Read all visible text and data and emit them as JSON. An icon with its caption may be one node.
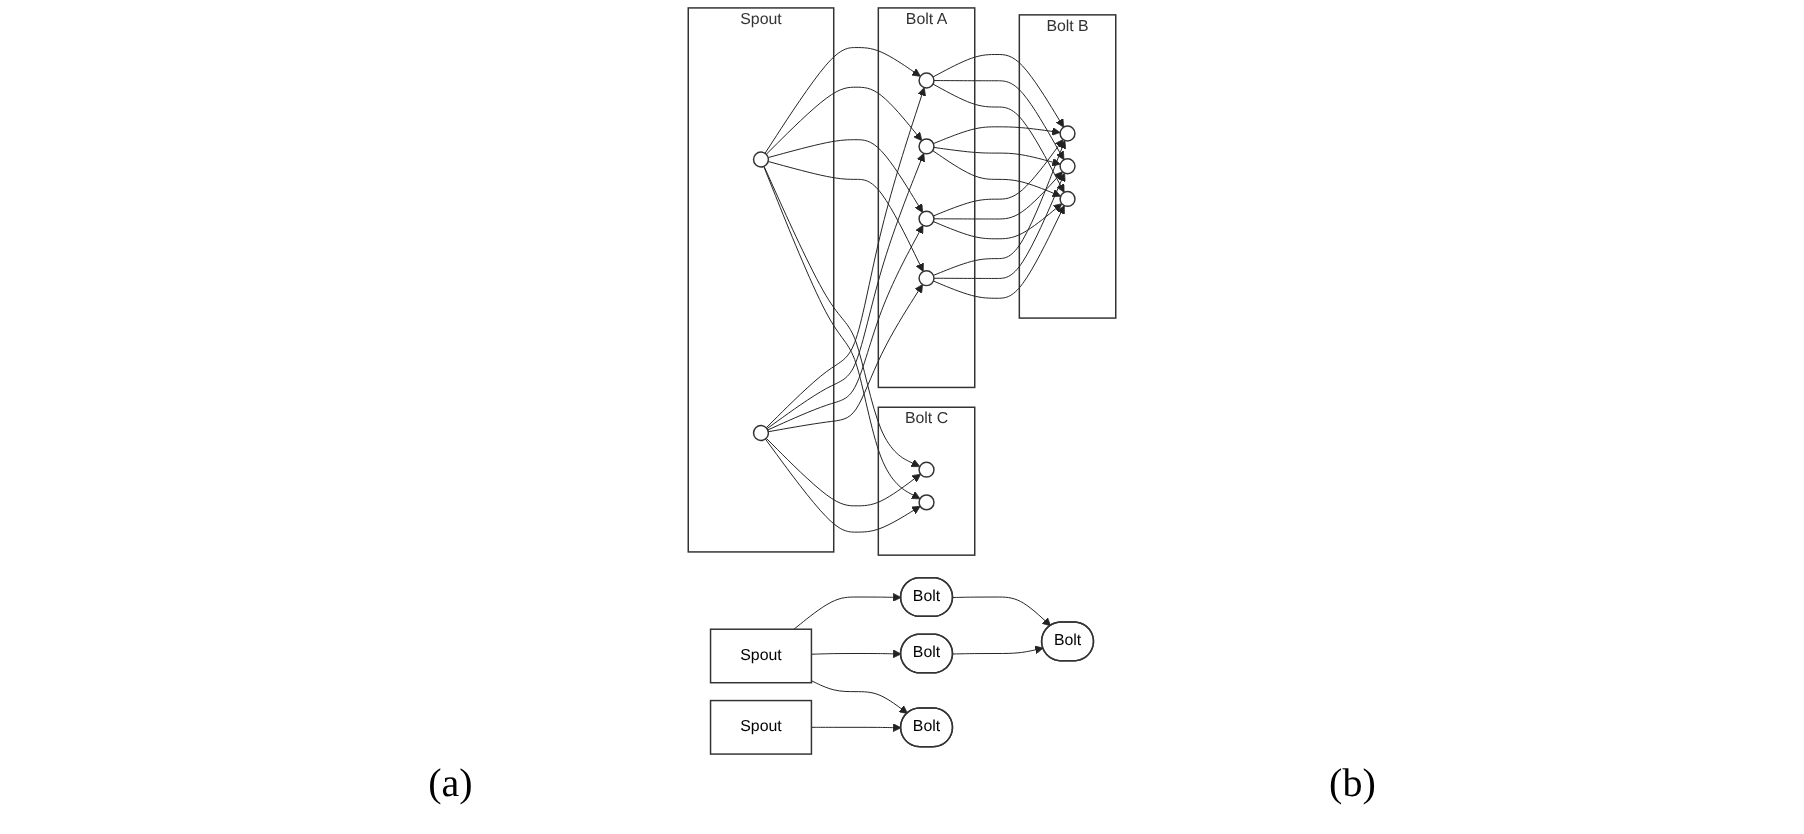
{
  "diagram": {
    "nodes": [
      {
        "text": [
          "Bolt"
        ]
      },
      {
        "text": [
          "Bolt"
        ]
      },
      {
        "text": [
          "Spout"
        ]
      },
      {
        "text": [
          "Bolt"
        ]
      },
      {
        "text": [
          "Spout"
        ]
      },
      {
        "text": [
          "Bolt"
        ]
      },
      {
        "text": [
          "Bolt A"
        ]
      },
      {
        "text": [],
        "shape": "circle",
        "in": 6
      },
      {
        "text": [],
        "shape": "circle",
        "in": 6
      },
      {
        "text": [],
        "shape": "circle",
        "in": 6
      },
      {
        "text": [],
        "shape": "circle",
        "in": 6
      },
      {
        "text": [
          "Bolt B"
        ]
      },
      {
        "text": [],
        "shape": "circle",
        "in": 11
      },
      {
        "text": [],
        "shape": "circle",
        "in": 11
      },
      {
        "text": [],
        "shape": "circle",
        "in": 11
      },
      {
        "text": [
          "Spout"
        ]
      },
      {
        "text": [],
        "shape": "circle",
        "in": 15
      },
      {
        "text": [],
        "shape": "circle",
        "in": 15
      },
      {
        "text": [
          "Bolt C"
        ]
      },
      {
        "text": [],
        "shape": "circle",
        "in": 18
      },
      {
        "text": [],
        "shape": "circle",
        "in": 18
      }
    ],
    "edges": [
      {
        "from": 2,
        "to": 0,
        "arrow": "to"
      },
      {
        "from": 2,
        "to": 3,
        "arrow": "to"
      },
      {
        "from": 2,
        "to": 5,
        "arrow": "to"
      },
      {
        "from": 0,
        "to": 1,
        "arrow": "to"
      },
      {
        "from": 3,
        "to": 1,
        "arrow": "to"
      },
      {
        "from": 4,
        "to": 5,
        "arrow": "to"
      },
      {
        "from": 16,
        "to": 7,
        "arrow": "to"
      },
      {
        "from": 16,
        "to": 8,
        "arrow": "to"
      },
      {
        "from": 16,
        "to": 9,
        "arrow": "to"
      },
      {
        "from": 16,
        "to": 10,
        "arrow": "to"
      },
      {
        "from": 17,
        "to": 7,
        "arrow": "to"
      },
      {
        "from": 17,
        "to": 8,
        "arrow": "to"
      },
      {
        "from": 17,
        "to": 9,
        "arrow": "to"
      },
      {
        "from": 17,
        "to": 10,
        "arrow": "to"
      },
      {
        "from": 7,
        "to": 12,
        "arrow": "to"
      },
      {
        "from": 7,
        "to": 13,
        "arrow": "to"
      },
      {
        "from": 7,
        "to": 14,
        "arrow": "to"
      },
      {
        "from": 8,
        "to": 12,
        "arrow": "to"
      },
      {
        "from": 8,
        "to": 13,
        "arrow": "to"
      },
      {
        "from": 8,
        "to": 14,
        "arrow": "to"
      },
      {
        "from": 9,
        "to": 12,
        "arrow": "to"
      },
      {
        "from": 9,
        "to": 13,
        "arrow": "to"
      },
      {
        "from": 9,
        "to": 14,
        "arrow": "to"
      },
      {
        "from": 10,
        "to": 12,
        "arrow": "to"
      },
      {
        "from": 10,
        "to": 13,
        "arrow": "to"
      },
      {
        "from": 10,
        "to": 14,
        "arrow": "to"
      },
      {
        "from": 16,
        "to": 19,
        "arrow": "to"
      },
      {
        "from": 16,
        "to": 20,
        "arrow": "to"
      },
      {
        "from": 17,
        "to": 19,
        "arrow": "to"
      },
      {
        "from": 17,
        "to": 20,
        "arrow": "to"
      }
    ],
    "labels": [
      "(a)",
      "(b)"
    ]
  }
}
